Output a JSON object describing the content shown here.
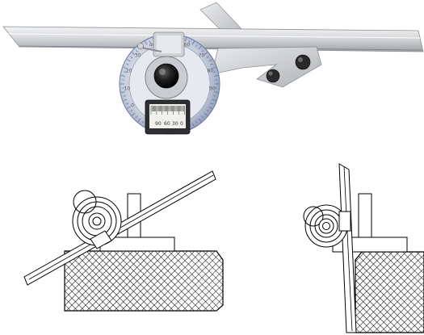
{
  "figure": {
    "subjects": [
      "universal-bevel-protractor-photo",
      "usage-diagram-acute-angle",
      "usage-diagram-right-angle"
    ],
    "colors": {
      "blade_light": "#e4e6e8",
      "blade_mid": "#b9bcc0",
      "blade_dark": "#8c9094",
      "dial_blue": "#6f86c9",
      "dial_face": "#dfe3ea",
      "magnifier_black": "#1d1d1d",
      "line_black": "#000000",
      "hatch": "#000000"
    },
    "dial_numbers": [
      "0",
      "10",
      "20",
      "30",
      "40",
      "50",
      "60",
      "70",
      "80",
      "90"
    ],
    "vernier_numbers": [
      "90",
      "60",
      "30",
      "0"
    ]
  }
}
